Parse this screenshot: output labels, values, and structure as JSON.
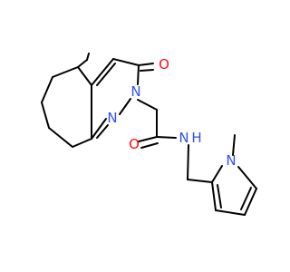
{
  "molecule": {
    "atoms": {
      "oxygen_ketone": "O",
      "nitrogen_ring_a": "N",
      "nitrogen_ring_b": "N",
      "oxygen_amide": "O",
      "nitrogen_amide": "N",
      "hydrogen_amide": "H",
      "nitrogen_pyrrole": "N"
    },
    "colors": {
      "bond": "#000000",
      "nitrogen": "#3050F8",
      "oxygen": "#FF0D0D",
      "carbon": "#000000"
    }
  }
}
